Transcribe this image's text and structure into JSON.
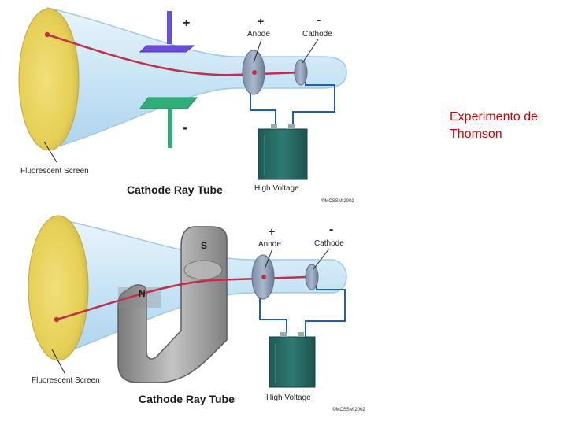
{
  "slide": {
    "caption_line1": "Experimento de",
    "caption_line2": "Thomson",
    "caption_color": "#cc0000"
  },
  "diagram_top": {
    "plus_sign": "+",
    "minus_sign": "-",
    "anode_sign": "+",
    "anode_label": "Anode",
    "cathode_sign": "-",
    "cathode_label": "Cathode",
    "screen_label": "Fluorescent Screen",
    "tube_title": "Cathode Ray Tube",
    "power_label": "High Voltage",
    "copyright": "©MCSSM 2002"
  },
  "diagram_bottom": {
    "south_pole": "S",
    "north_pole": "N",
    "anode_sign": "+",
    "anode_label": "Anode",
    "cathode_sign": "-",
    "cathode_label": "Cathode",
    "screen_label": "Fluorescent Screen",
    "tube_title": "Cathode Ray Tube",
    "power_label": "High Voltage",
    "copyright": "©MCSSM 2002"
  },
  "colors": {
    "screen": "#e8d35c",
    "tube": "#cfe8f7",
    "beam": "#c0304a",
    "positive_plate": "#6a4fd6",
    "negative_plate": "#2fae7a",
    "wire": "#1e5fb5",
    "battery": "#2a6b66",
    "magnet": "#9a9a9a"
  }
}
